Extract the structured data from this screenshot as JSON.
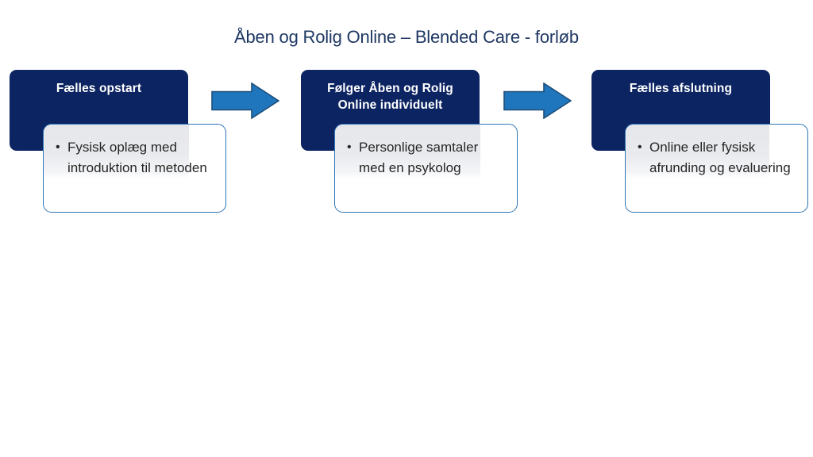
{
  "slide": {
    "title": "Åben og Rolig Online – Blended Care - forløb",
    "background_color": "#FFFFFF",
    "navy_color": "#0C2461",
    "arrow_fill_color": "#1F76BD",
    "arrow_outline_color": "#1F4E79",
    "card_border_color": "#2E75B6",
    "title_color": "#1F3864",
    "body_text_color": "#262626"
  },
  "stages": [
    {
      "header": "Fælles opstart",
      "bullets": [
        "Fysisk oplæg med introduktion til metoden"
      ]
    },
    {
      "header": "Følger Åben og Rolig Online individuelt",
      "bullets": [
        "Personlige samtaler med en psykolog"
      ]
    },
    {
      "header": "Fælles afslutning",
      "bullets": [
        "Online eller fysisk afrunding og evaluering"
      ]
    }
  ],
  "arrows": [
    {
      "icon": "right-arrow-icon",
      "direction": "right"
    },
    {
      "icon": "right-arrow-icon",
      "direction": "right"
    }
  ]
}
